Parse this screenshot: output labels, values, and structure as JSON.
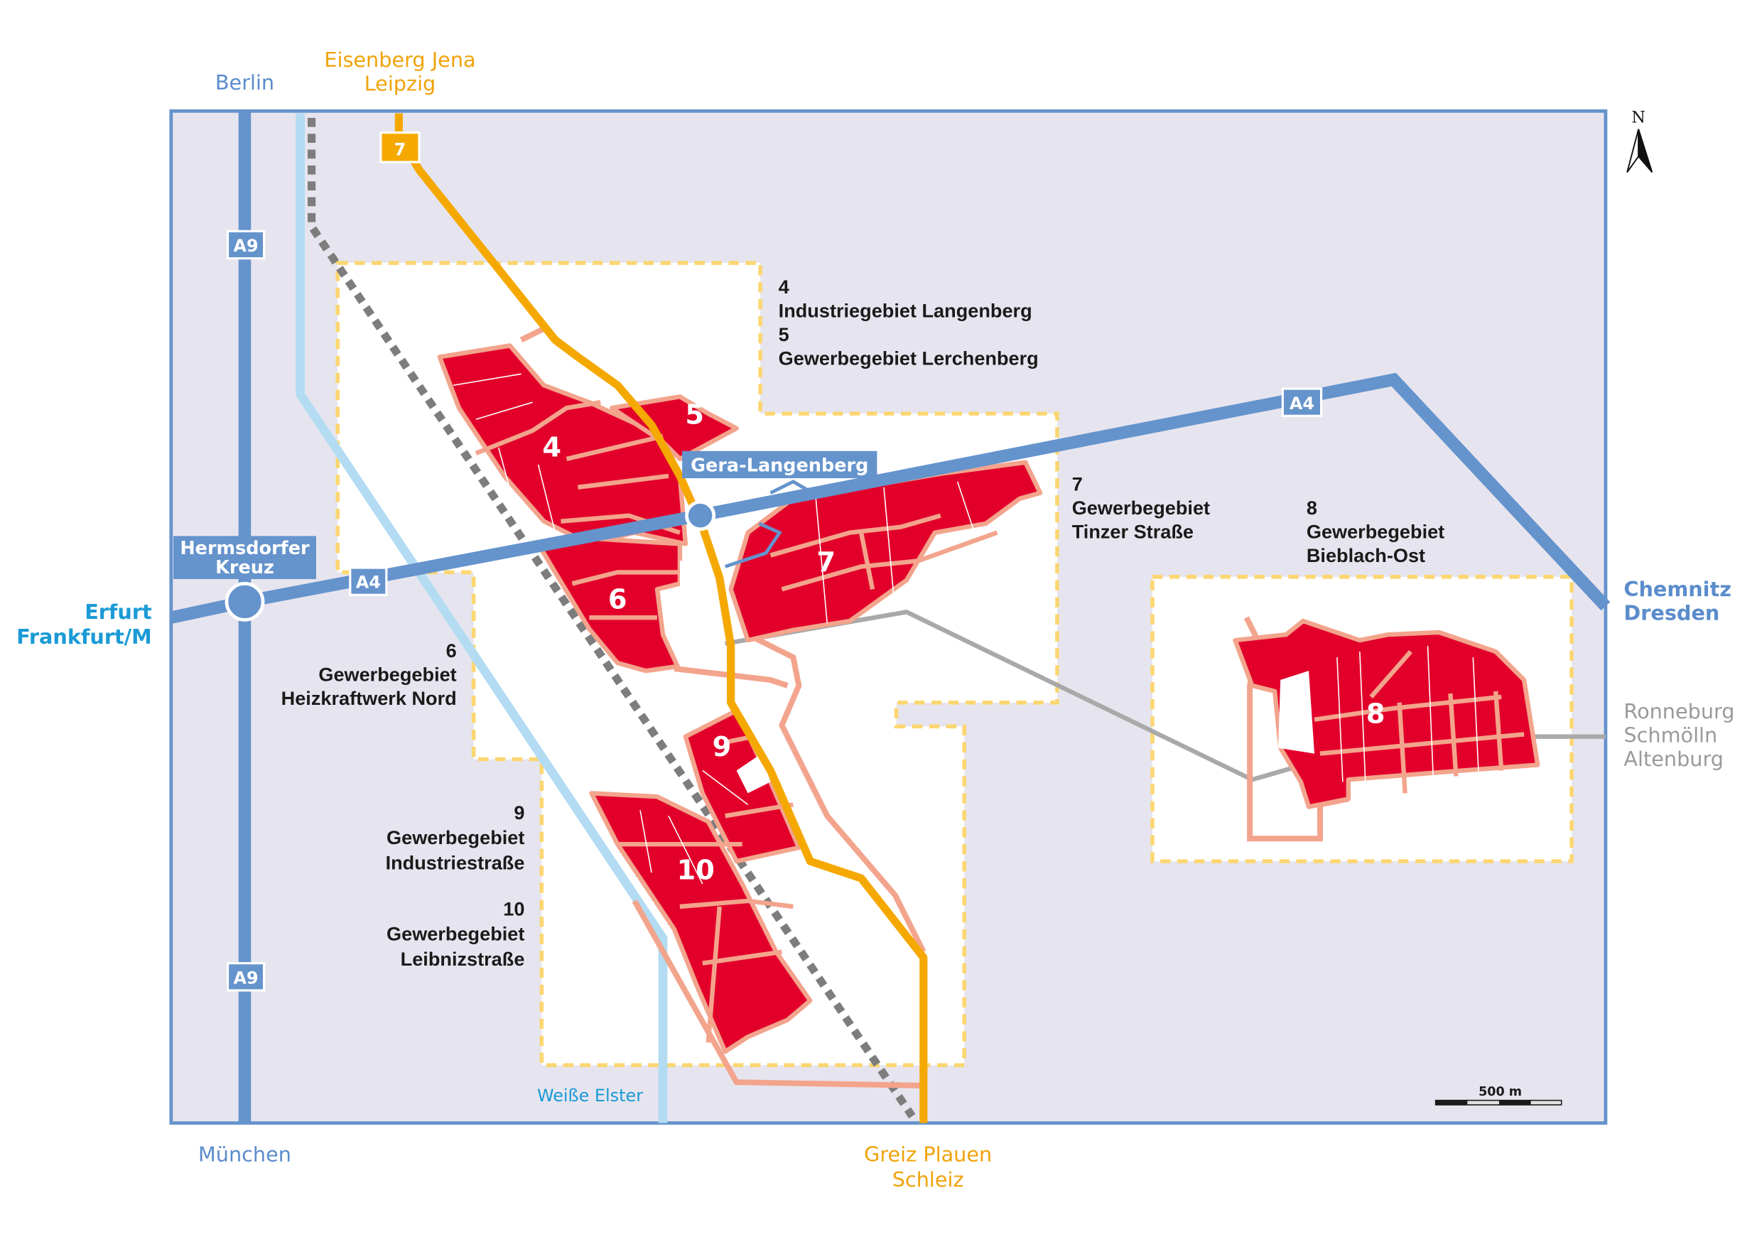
{
  "map": {
    "colors": {
      "background_area": "#e6e5ef",
      "frame": "#6593cc",
      "motorway": "#6593cc",
      "federal_road": "#f5a800",
      "river": "#b3dcf3",
      "railway": "#7d7d7d",
      "district_road": "#f3a48c",
      "industrial_area": "#e2002b",
      "zone_boundary": "#fcd671",
      "regional_rail": "#a9a9a9"
    },
    "directions": {
      "north_top_left": "Berlin",
      "north_top_orange_line1": "Eisenberg Jena",
      "north_top_orange_line2": "Leipzig",
      "west_line1": "Erfurt",
      "west_line2": "Frankfurt/M",
      "south_left": "München",
      "south_orange_line1": "Greiz Plauen",
      "south_orange_line2": "Schleiz",
      "east_blue_line1": "Chemnitz",
      "east_blue_line2": "Dresden",
      "east_grey_line1": "Ronneburg",
      "east_grey_line2": "Schmölln",
      "east_grey_line3": "Altenburg"
    },
    "shields": {
      "a9_top": "A9",
      "a9_bottom": "A9",
      "a4_left": "A4",
      "a4_right": "A4",
      "b7": "7"
    },
    "junctions": {
      "hermsdorf_line1": "Hermsdorfer",
      "hermsdorf_line2": "Kreuz",
      "gera": "Gera-Langenberg"
    },
    "river_label": "Weiße Elster",
    "zones": [
      {
        "number": "4",
        "name": "Industriegebiet Langenberg"
      },
      {
        "number": "5",
        "name": "Gewerbegebiet Lerchenberg"
      },
      {
        "number": "6",
        "name_line1": "Gewerbegebiet",
        "name_line2": "Heizkraftwerk Nord"
      },
      {
        "number": "7",
        "name_line1": "Gewerbegebiet",
        "name_line2": "Tinzer Straße"
      },
      {
        "number": "8",
        "name_line1": "Gewerbegebiet",
        "name_line2": "Bieblach-Ost"
      },
      {
        "number": "9",
        "name_line1": "Gewerbegebiet",
        "name_line2": "Industriestraße"
      },
      {
        "number": "10",
        "name_line1": "Gewerbegebiet",
        "name_line2": "Leibnizstraße"
      }
    ],
    "scale_bar": {
      "label": "500 m"
    },
    "north_arrow": {
      "label": "N"
    }
  }
}
